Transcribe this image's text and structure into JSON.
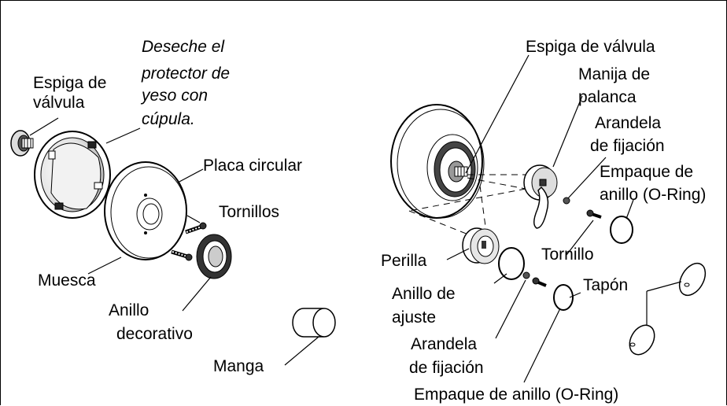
{
  "colors": {
    "ink": "#000000",
    "paper": "#ffffff",
    "shade": "#c8c8c8",
    "dark": "#3a3a3a"
  },
  "left": {
    "espiga": [
      "Espiga de",
      "válvula"
    ],
    "deseche": [
      "Deseche el",
      "protector de",
      "yeso con",
      "cúpula."
    ],
    "placa": "Placa circular",
    "tornillos": "Tornillos",
    "muesca": "Muesca",
    "anillo_decorativo": [
      "Anillo",
      "decorativo"
    ],
    "manga": "Manga"
  },
  "right": {
    "espiga": "Espiga de válvula",
    "manija": [
      "Manija de",
      "palanca"
    ],
    "arandela_top": [
      "Arandela",
      "de fijación"
    ],
    "empaque_top": [
      "Empaque de",
      "anillo (O-Ring)"
    ],
    "perilla": "Perilla",
    "tornillo": "Tornillo",
    "anillo_ajuste": [
      "Anillo de",
      "ajuste"
    ],
    "tapon": "Tapón",
    "arandela_bottom": [
      "Arandela",
      "de fijación"
    ],
    "empaque_bottom": "Empaque de anillo (O-Ring)"
  }
}
